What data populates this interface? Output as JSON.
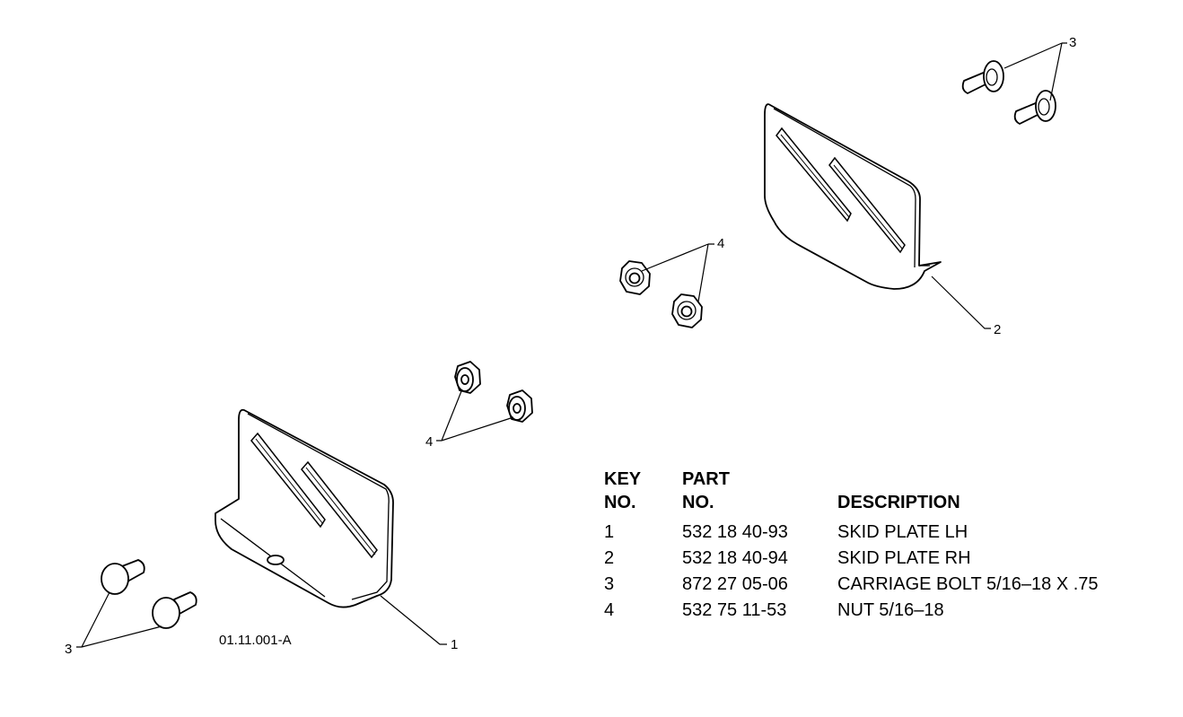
{
  "diagram": {
    "ref_code": "01.11.001-A",
    "callouts": {
      "skid_plate_lh": "1",
      "skid_plate_rh": "2",
      "bolts_upper": "3",
      "bolts_lower": "3",
      "nuts_upper": "4",
      "nuts_lower": "4"
    }
  },
  "parts_table": {
    "headers": {
      "key_line1": "KEY",
      "key_line2": "NO.",
      "part_line1": "PART",
      "part_line2": "NO.",
      "description": "DESCRIPTION"
    },
    "rows": [
      {
        "key": "1",
        "part_no": "532 18 40-93",
        "description": "SKID PLATE LH"
      },
      {
        "key": "2",
        "part_no": "532 18 40-94",
        "description": "SKID PLATE RH"
      },
      {
        "key": "3",
        "part_no": "872 27 05-06",
        "description": "CARRIAGE BOLT 5/16–18 X .75"
      },
      {
        "key": "4",
        "part_no": "532 75 11-53",
        "description": "NUT 5/16–18"
      }
    ]
  }
}
